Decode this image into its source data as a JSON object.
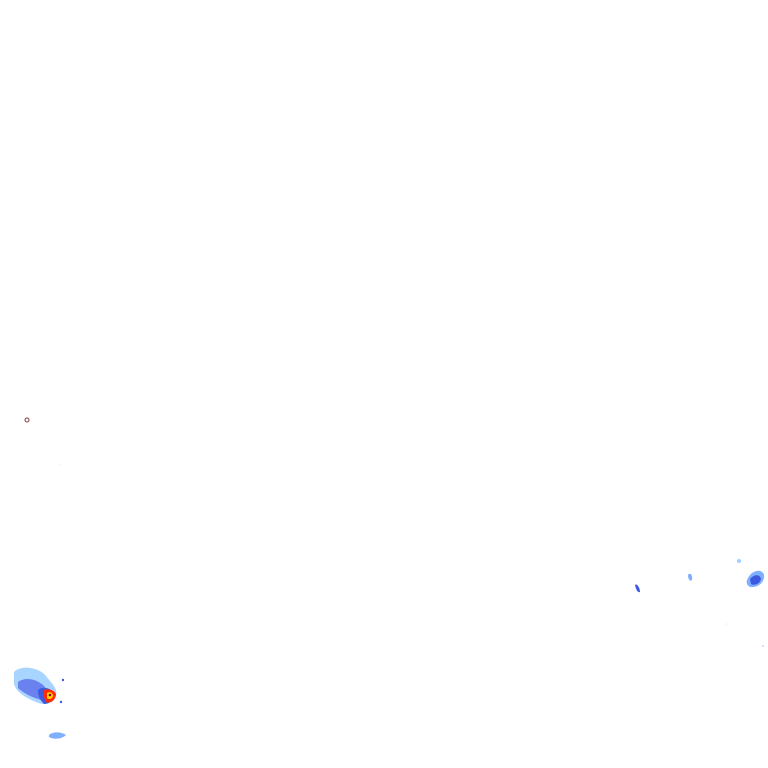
{
  "map": {
    "type": "weather-radar-overlay",
    "background": "#ffffff",
    "reflectivity_palette": {
      "light": "#9fd0ff",
      "medium-light": "#7fb0ff",
      "medium": "#6a82f0",
      "strong": "#3c5ae0",
      "heavy": "#ff2a00",
      "very-heavy": "#ffd200",
      "extreme": "#8a0030"
    },
    "precipitation_cells": [
      {
        "id": "cell-southwest",
        "intensity": "heavy"
      },
      {
        "id": "cell-southwest-fringe",
        "intensity": "light"
      },
      {
        "id": "cell-east-a",
        "intensity": "strong"
      },
      {
        "id": "cell-east-b",
        "intensity": "medium-light"
      },
      {
        "id": "cell-east-c",
        "intensity": "medium"
      },
      {
        "id": "cell-east-speckle",
        "intensity": "light"
      }
    ],
    "marker": {
      "icon": "location-ring-icon"
    }
  }
}
